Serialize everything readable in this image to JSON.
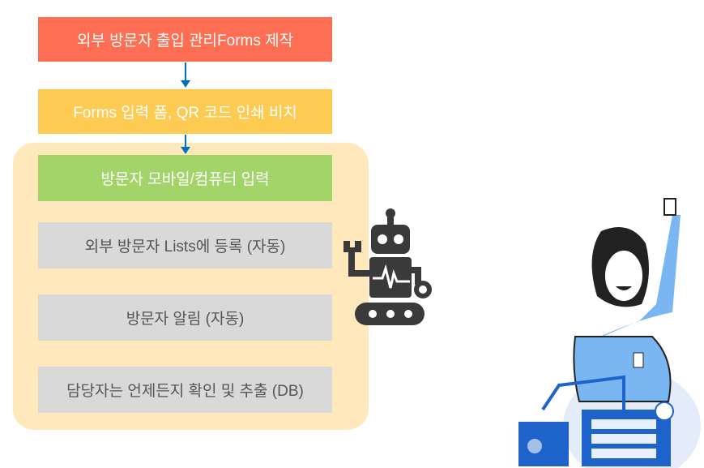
{
  "steps": [
    {
      "label": "외부 방문자 출입 관리Forms 제작",
      "color": "#fd6e52"
    },
    {
      "label": "Forms 입력 폼, QR 코드 인쇄 비치",
      "color": "#fecb52"
    },
    {
      "label": "방문자 모바일/컴퓨터 입력",
      "color": "#a2d46a"
    },
    {
      "label": "외부 방문자 Lists에 등록 (자동)",
      "color": "#d9d9d9"
    },
    {
      "label": "방문자 알림 (자동)",
      "color": "#d9d9d9"
    },
    {
      "label": "담당자는 언제든지 확인 및 추출 (DB)",
      "color": "#d9d9d9"
    }
  ]
}
